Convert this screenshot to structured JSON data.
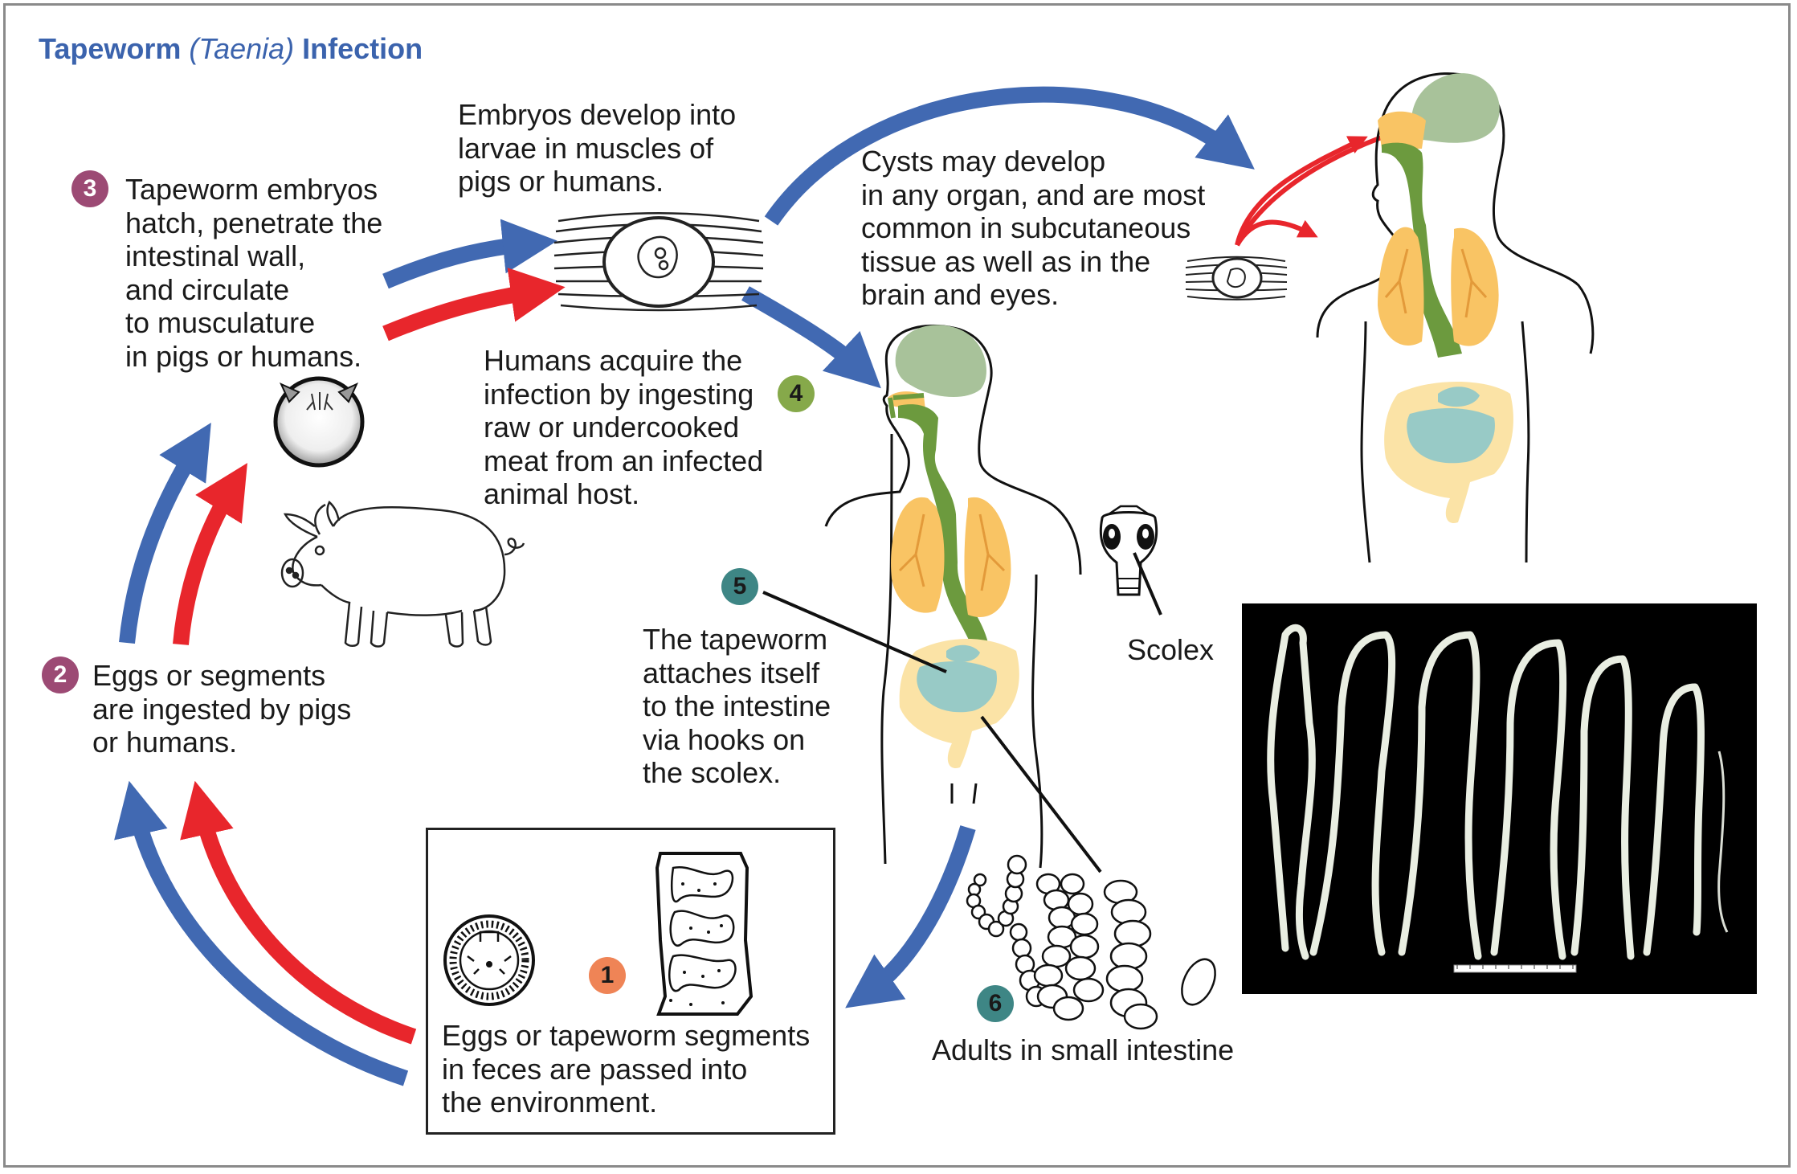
{
  "title": {
    "main": "Tapeworm",
    "genus": "(Taenia)",
    "suffix": "Infection"
  },
  "steps": [
    {
      "number": "1",
      "lines": [
        "Eggs or tapeworm segments",
        "in feces are passed into",
        "the environment."
      ]
    },
    {
      "number": "2",
      "lines": [
        "Eggs or segments",
        "are ingested by pigs",
        "or humans."
      ]
    },
    {
      "number": "3",
      "lines": [
        "Tapeworm embryos",
        "hatch, penetrate the",
        "intestinal wall,",
        "and circulate",
        "to musculature",
        "in pigs or humans."
      ]
    },
    {
      "number": "4",
      "lines": [
        "Humans acquire the",
        "infection by ingesting",
        "raw or undercooked",
        "meat from an infected",
        "animal host."
      ]
    },
    {
      "number": "5",
      "lines": [
        "The tapeworm",
        "attaches itself",
        "to the intestine",
        "via hooks on",
        "the scolex."
      ]
    },
    {
      "number": "6",
      "lines": [
        "Adults in small intestine"
      ]
    }
  ],
  "larvae_text": [
    "Embryos develop into",
    "larvae in muscles of",
    "pigs or humans."
  ],
  "cysts_text": [
    "Cysts may develop",
    "in any organ, and are most",
    "common in subcutaneous",
    "tissue as well as in the",
    "brain and eyes."
  ],
  "scolex_label": "Scolex",
  "colors": {
    "blue_arrow": "#4169b2",
    "red_arrow": "#e8262c",
    "title": "#3b63ad",
    "brain": "#a8c29a",
    "lungs": "#f9c464",
    "gut_green": "#6c9a3e",
    "intestine": "#98cac6",
    "colon": "#fbe3a6",
    "badge_purple": "#9c4a74",
    "badge_green": "#86a94a",
    "badge_teal": "#3e8685",
    "badge_orange": "#ef8456"
  }
}
